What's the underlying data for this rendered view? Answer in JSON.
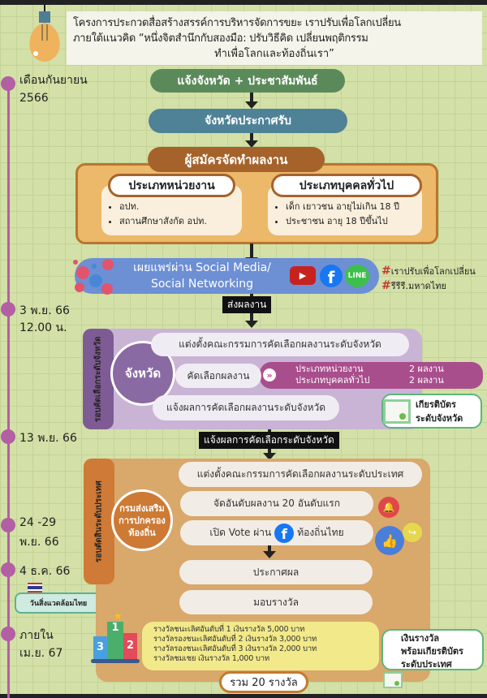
{
  "title": {
    "line1": "โครงการประกวดสื่อสร้างสรรค์การบริหารจัดการขยะ เราปรับเพื่อโลกเปลี่ยน",
    "line2": "ภายใต้แนวคิด “หนึ่งจิตสำนึกกับสองมือ: ปรับวิธีคิด เปลี่ยนพฤติกรรม",
    "line3": "ทำเพื่อโลกและท้องถิ่นเรา”"
  },
  "timeline": [
    {
      "line1": "เดือนกันยายน",
      "line2": "2566"
    },
    {
      "line1": "3 พ.ย. 66",
      "line2": "12.00 น."
    },
    {
      "line1": "13 พ.ย. 66"
    },
    {
      "line1": "24 -29",
      "line2": "พ.ย. 66"
    },
    {
      "line1": "4 ธ.ค. 66"
    },
    {
      "line1": "ภายใน",
      "line2": "เม.ย. 67"
    }
  ],
  "env_day_badge": "วันสิ่งแวดล้อมไทย",
  "steps": {
    "notify": "แจ้งจังหวัด + ประชาสัมพันธ์",
    "announce": "จังหวัดประกาศรับ",
    "applicants": "ผู้สมัครจัดทำผลงาน"
  },
  "categories": [
    {
      "title": "ประเภทหน่วยงาน",
      "items": [
        "อปท.",
        "สถานศึกษาสังกัด อปท."
      ]
    },
    {
      "title": "ประเภทบุคคลทั่วไป",
      "items": [
        "เด็ก เยาวชน อายุไม่เกิน 18 ปี",
        "ประชาชน อายุ 18 ปีขึ้นไป"
      ]
    }
  ],
  "social": {
    "line1": "เผยแพร่ผ่าน Social Media/",
    "line2": "Social Networking",
    "line_label": "LINE",
    "hashtags": [
      "เราปรับเพื่อโลกเปลี่ยน",
      "รีรีรี.มหาดไทย"
    ]
  },
  "submit_label": "ส่งผลงาน",
  "province": {
    "tab": "รอบคัดเลือกระดับจังหวัด",
    "circle": "จังหวัด",
    "appoint": "แต่งตั้งคณะกรรมการคัดเลือกผลงานระดับจังหวัด",
    "select": "คัดเลือกผลงาน",
    "quota": [
      {
        "type": "ประเภทหน่วยงาน",
        "count": "2 ผลงาน"
      },
      {
        "type": "ประเภทบุคคลทั่วไป",
        "count": "2 ผลงาน"
      }
    ],
    "notify": "แจ้งผลการคัดเลือกผลงานระดับจังหวัด",
    "cert": [
      "เกียรติบัตร",
      "ระดับจังหวัด"
    ]
  },
  "province_result_label": "แจ้งผลการคัดเลือกระดับจังหวัด",
  "national": {
    "tab": "รอบตัดสินระดับประเทศ",
    "circle": [
      "กรมส่งเสริม",
      "การปกครอง",
      "ท้องถิ่น"
    ],
    "appoint": "แต่งตั้งคณะกรรมการคัดเลือกผลงานระดับประเทศ",
    "rank": "จัดอันดับผลงาน 20 อันดับแรก",
    "vote_pre": "เปิด Vote ผ่าน",
    "vote_post": "ท้องถิ่นไทย",
    "announce": "ประกาศผล",
    "award": "มอบรางวัล",
    "prizes": [
      "รางวัลชนะเลิศอันดับที่ 1 เงินรางวัล 5,000 บาท",
      "รางวัลรองชนะเลิศอันดับที่ 2 เงินรางวัล 3,000 บาท",
      "รางวัลรองชนะเลิศอันดับที่ 3 เงินรางวัล 2,000 บาท",
      "รางวัลชมเชย เงินรางวัล 1,000 บาท"
    ],
    "podium": [
      "1",
      "2",
      "3"
    ],
    "total": "รวม 20 รางวัล",
    "cert": [
      "เงินรางวัล",
      "พร้อมเกียรติบัตร",
      "ระดับประเทศ"
    ]
  }
}
